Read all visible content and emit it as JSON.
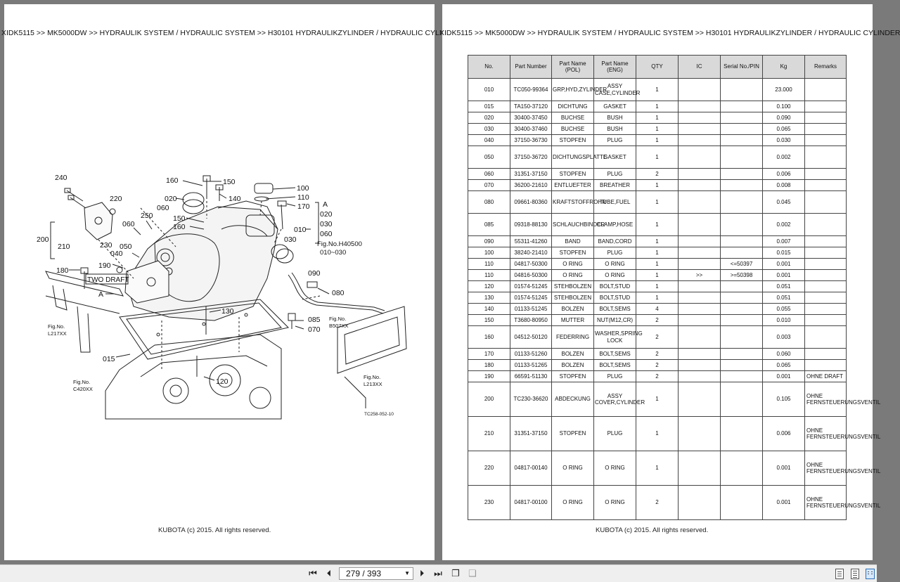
{
  "breadcrumb": "XIDK5115 >> MK5000DW >> HYDRAULIK SYSTEM / HYDRAULIC SYSTEM >> H30101   HYDRAULIKZYLINDER / HYDRAULIC CYLINDER",
  "copyright": "KUBOTA (c) 2015. All rights reserved.",
  "diagram": {
    "labels": [
      "240",
      "220",
      "160",
      "150",
      "100",
      "110",
      "170",
      "020",
      "060",
      "250",
      "150",
      "160",
      "140",
      "A",
      "020",
      "030",
      "060",
      "010",
      "060",
      "200",
      "210",
      "230",
      "050",
      "040",
      "190",
      "180",
      "TWO DRAFT",
      "A",
      "030",
      "090",
      "080",
      "130",
      "085",
      "070",
      "015",
      "120"
    ],
    "fig_refs": [
      "Fig.No.H40500",
      "010~030",
      "Fig.No.",
      "L217XX",
      "Fig.No.",
      "B507XX",
      "Fig.No.",
      "L213XX",
      "Fig.No.",
      "C420XX"
    ],
    "code": "TC258-052-10"
  },
  "table": {
    "headers": [
      "No.",
      "Part Number",
      "Part Name (POL)",
      "Part Name (ENG)",
      "QTY",
      "IC",
      "Serial No./PIN",
      "Kg",
      "Remarks"
    ],
    "rows": [
      {
        "no": "010",
        "pn": "TC050-99364",
        "pol": "GRP,HYD,ZYLINDER",
        "eng": "ASSY CASE,CYLINDER",
        "qty": "1",
        "ic": "",
        "serial": "",
        "kg": "23.000",
        "rem": ""
      },
      {
        "no": "015",
        "pn": "TA150-37120",
        "pol": "DICHTUNG",
        "eng": "GASKET",
        "qty": "1",
        "ic": "",
        "serial": "",
        "kg": "0.100",
        "rem": ""
      },
      {
        "no": "020",
        "pn": "30400-37450",
        "pol": "BUCHSE",
        "eng": "BUSH",
        "qty": "1",
        "ic": "",
        "serial": "",
        "kg": "0.090",
        "rem": ""
      },
      {
        "no": "030",
        "pn": "30400-37460",
        "pol": "BUCHSE",
        "eng": "BUSH",
        "qty": "1",
        "ic": "",
        "serial": "",
        "kg": "0.065",
        "rem": ""
      },
      {
        "no": "040",
        "pn": "37150-36730",
        "pol": "STOPFEN",
        "eng": "PLUG",
        "qty": "1",
        "ic": "",
        "serial": "",
        "kg": "0.030",
        "rem": ""
      },
      {
        "no": "050",
        "pn": "37150-36720",
        "pol": "DICHTUNGSPLATTE",
        "eng": "GASKET",
        "qty": "1",
        "ic": "",
        "serial": "",
        "kg": "0.002",
        "rem": ""
      },
      {
        "no": "060",
        "pn": "31351-37150",
        "pol": "STOPFEN",
        "eng": "PLUG",
        "qty": "2",
        "ic": "",
        "serial": "",
        "kg": "0.006",
        "rem": ""
      },
      {
        "no": "070",
        "pn": "36200-21610",
        "pol": "ENTLUEFTER",
        "eng": "BREATHER",
        "qty": "1",
        "ic": "",
        "serial": "",
        "kg": "0.008",
        "rem": ""
      },
      {
        "no": "080",
        "pn": "09661-80360",
        "pol": "KRAFTSTOFFROHR",
        "eng": "TUBE,FUEL",
        "qty": "1",
        "ic": "",
        "serial": "",
        "kg": "0.045",
        "rem": ""
      },
      {
        "no": "085",
        "pn": "09318-88130",
        "pol": "SCHLAUCHBINDER",
        "eng": "CLAMP,HOSE",
        "qty": "1",
        "ic": "",
        "serial": "",
        "kg": "0.002",
        "rem": ""
      },
      {
        "no": "090",
        "pn": "55311-41260",
        "pol": "BAND",
        "eng": "BAND,CORD",
        "qty": "1",
        "ic": "",
        "serial": "",
        "kg": "0.007",
        "rem": ""
      },
      {
        "no": "100",
        "pn": "38240-21410",
        "pol": "STOPFEN",
        "eng": "PLUG",
        "qty": "1",
        "ic": "",
        "serial": "",
        "kg": "0.015",
        "rem": ""
      },
      {
        "no": "110",
        "pn": "04817-50300",
        "pol": "O RING",
        "eng": "O RING",
        "qty": "1",
        "ic": "",
        "serial": "<=50397",
        "kg": "0.001",
        "rem": ""
      },
      {
        "no": "110",
        "pn": "04816-50300",
        "pol": "O RING",
        "eng": "O RING",
        "qty": "1",
        "ic": ">>",
        "serial": ">=50398",
        "kg": "0.001",
        "rem": ""
      },
      {
        "no": "120",
        "pn": "01574-51245",
        "pol": "STEHBOLZEN",
        "eng": "BOLT,STUD",
        "qty": "1",
        "ic": "",
        "serial": "",
        "kg": "0.051",
        "rem": ""
      },
      {
        "no": "130",
        "pn": "01574-51245",
        "pol": "STEHBOLZEN",
        "eng": "BOLT,STUD",
        "qty": "1",
        "ic": "",
        "serial": "",
        "kg": "0.051",
        "rem": ""
      },
      {
        "no": "140",
        "pn": "01133-51245",
        "pol": "BOLZEN",
        "eng": "BOLT,SEMS",
        "qty": "4",
        "ic": "",
        "serial": "",
        "kg": "0.055",
        "rem": ""
      },
      {
        "no": "150",
        "pn": "T3680-80950",
        "pol": "MUTTER",
        "eng": "NUT(M12,CR)",
        "qty": "2",
        "ic": "",
        "serial": "",
        "kg": "0.010",
        "rem": ""
      },
      {
        "no": "160",
        "pn": "04512-50120",
        "pol": "FEDERRING",
        "eng": "WASHER,SPRING LOCK",
        "qty": "2",
        "ic": "",
        "serial": "",
        "kg": "0.003",
        "rem": ""
      },
      {
        "no": "170",
        "pn": "01133-51260",
        "pol": "BOLZEN",
        "eng": "BOLT,SEMS",
        "qty": "2",
        "ic": "",
        "serial": "",
        "kg": "0.060",
        "rem": ""
      },
      {
        "no": "180",
        "pn": "01133-51265",
        "pol": "BOLZEN",
        "eng": "BOLT,SEMS",
        "qty": "2",
        "ic": "",
        "serial": "",
        "kg": "0.065",
        "rem": ""
      },
      {
        "no": "190",
        "pn": "66591-51130",
        "pol": "STOPFEN",
        "eng": "PLUG",
        "qty": "2",
        "ic": "",
        "serial": "",
        "kg": "0.001",
        "rem": "OHNE DRAFT"
      },
      {
        "no": "200",
        "pn": "TC230-36620",
        "pol": "ABDECKUNG",
        "eng": "ASSY COVER,CYLINDER",
        "qty": "1",
        "ic": "",
        "serial": "",
        "kg": "0.105",
        "rem": "OHNE FERNSTEUERUNGSVENTIL"
      },
      {
        "no": "210",
        "pn": "31351-37150",
        "pol": "STOPFEN",
        "eng": "PLUG",
        "qty": "1",
        "ic": "",
        "serial": "",
        "kg": "0.006",
        "rem": "OHNE FERNSTEUERUNGSVENTIL"
      },
      {
        "no": "220",
        "pn": "04817-00140",
        "pol": "O RING",
        "eng": "O RING",
        "qty": "1",
        "ic": "",
        "serial": "",
        "kg": "0.001",
        "rem": "OHNE FERNSTEUERUNGSVENTIL"
      },
      {
        "no": "230",
        "pn": "04817-00100",
        "pol": "O RING",
        "eng": "O RING",
        "qty": "2",
        "ic": "",
        "serial": "",
        "kg": "0.001",
        "rem": "OHNE FERNSTEUERUNGSVENTIL"
      }
    ]
  },
  "toolbar": {
    "page_indicator": "279 / 393",
    "first_icon": "first-page-icon",
    "prev_icon": "previous-page-icon",
    "next_icon": "next-page-icon",
    "last_icon": "last-page-icon"
  }
}
